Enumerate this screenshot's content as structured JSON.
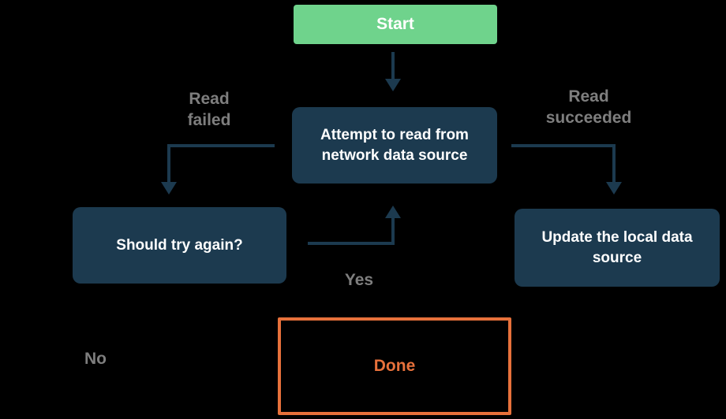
{
  "colors": {
    "bg": "#000000",
    "green": "#6FD38C",
    "navy": "#1C3A4F",
    "line": "#1C3A4F",
    "orange": "#E7713B",
    "gray": "#7E7E7E",
    "white": "#FFFFFF"
  },
  "diagram": {
    "type": "flowchart",
    "nodes": {
      "start": {
        "label": "Start"
      },
      "attempt": {
        "label": "Attempt to read from network data source"
      },
      "should": {
        "label": "Should try again?"
      },
      "update": {
        "label": "Update the local data source"
      },
      "done": {
        "label": "Done"
      }
    },
    "edge_labels": {
      "read_failed": "Read failed",
      "read_succeeded": "Read succeeded",
      "yes": "Yes",
      "no": "No"
    },
    "edges": [
      {
        "from": "start",
        "to": "attempt",
        "label": ""
      },
      {
        "from": "attempt",
        "to": "should",
        "label": "Read failed"
      },
      {
        "from": "attempt",
        "to": "update",
        "label": "Read succeeded"
      },
      {
        "from": "should",
        "to": "attempt",
        "label": "Yes"
      },
      {
        "from": "should",
        "to": "done",
        "label": "No"
      }
    ]
  }
}
